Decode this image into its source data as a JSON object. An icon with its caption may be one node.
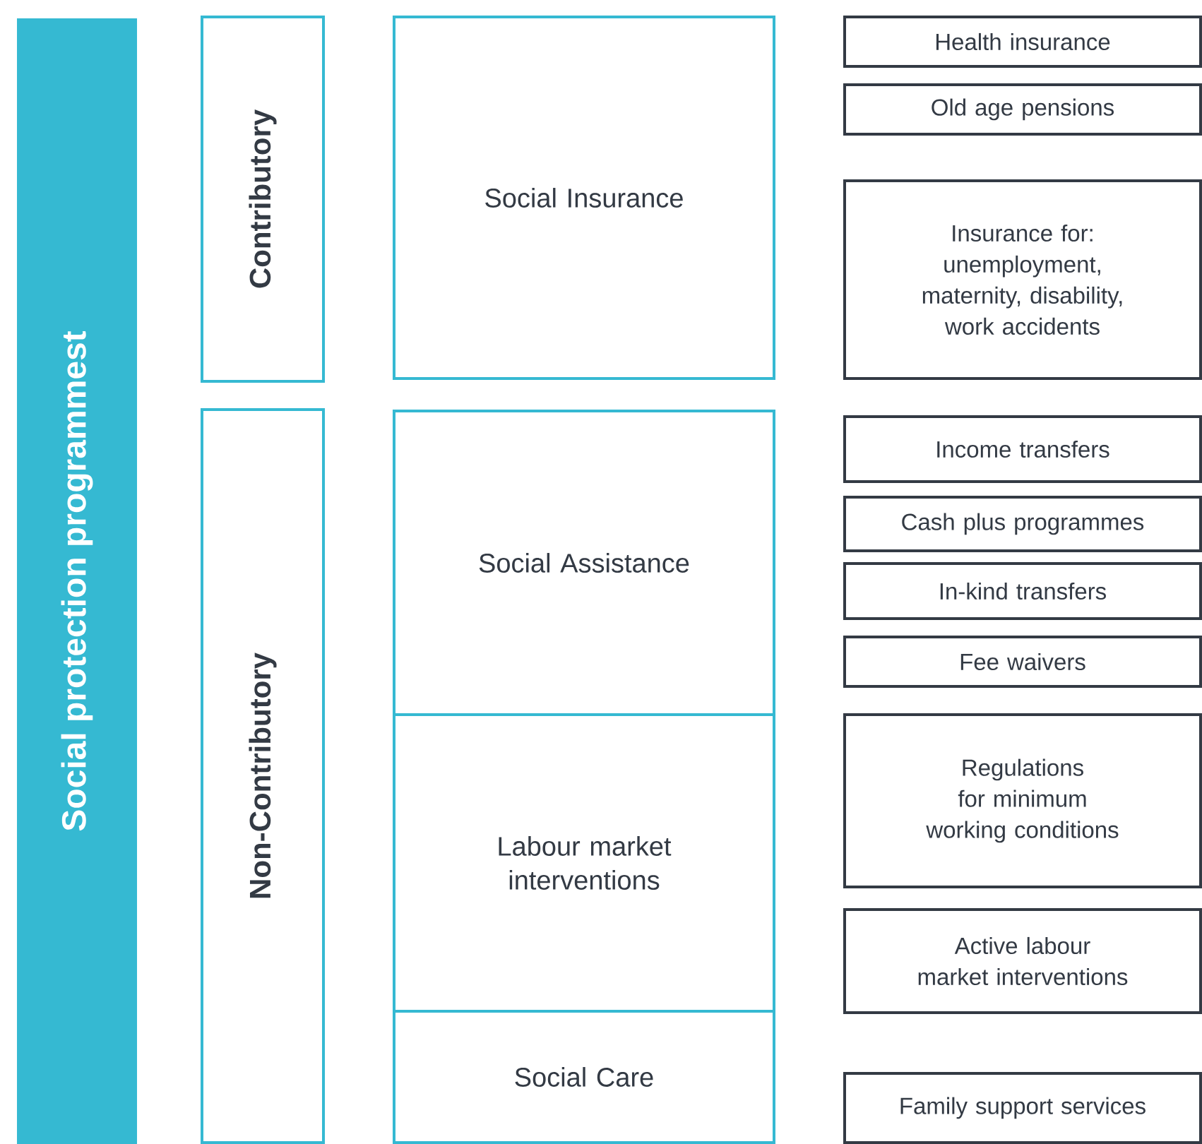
{
  "diagram": {
    "nodes": [
      {
        "text": [
          "Social protection programmest"
        ]
      },
      {
        "text": [
          "Contributory"
        ]
      },
      {
        "text": [
          "Non-Contributory"
        ]
      },
      {
        "text": [
          "Social Insurance"
        ]
      },
      {
        "text": [
          "Social Assistance"
        ]
      },
      {
        "text": [
          "Labour market interventions"
        ]
      },
      {
        "text": [
          "Social Care"
        ]
      },
      {
        "text": [
          "Health insurance"
        ]
      },
      {
        "text": [
          "Old age pensions"
        ]
      },
      {
        "text": [
          "Insurance for: unemployment, maternity, disability, work accidents"
        ]
      },
      {
        "text": [
          "Income transfers"
        ]
      },
      {
        "text": [
          "Cash plus programmes"
        ]
      },
      {
        "text": [
          "In-kind transfers"
        ]
      },
      {
        "text": [
          "Fee waivers"
        ]
      },
      {
        "text": [
          "Regulations for minimum working conditions"
        ]
      },
      {
        "text": [
          "Active labour market interventions"
        ]
      },
      {
        "text": [
          "Family support services"
        ]
      }
    ]
  }
}
